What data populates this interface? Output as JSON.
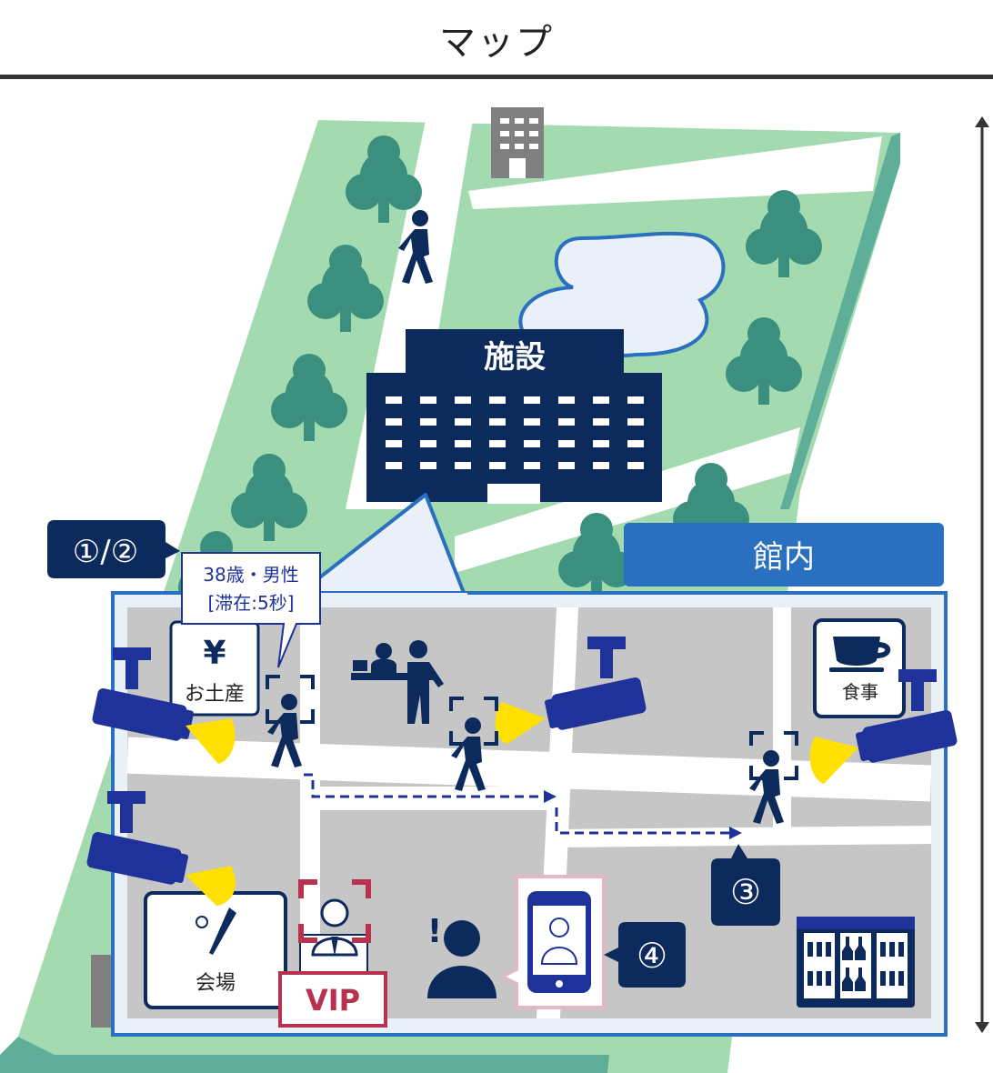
{
  "header": {
    "title": "マップ"
  },
  "facility": {
    "label": "施設"
  },
  "inside": {
    "label": "館内"
  },
  "badges": {
    "b12": "①/②",
    "b3": "③",
    "b4": "④"
  },
  "callout": {
    "line1": "38歳・男性",
    "line2": "[滞在:5秒]"
  },
  "zones": {
    "souvenir": {
      "symbol": "¥",
      "label": "お土産"
    },
    "dining": {
      "label": "食事"
    },
    "venue": {
      "label": "会場"
    }
  },
  "vip": {
    "label": "VIP"
  },
  "alert": {
    "mark": "!"
  },
  "colors": {
    "navy": "#0c2a5c",
    "camera": "#1f3299",
    "accent_blue": "#2a70c0",
    "park_green": "#a3dab0",
    "tree_green": "#3a8f7e",
    "floor_gray": "#c6c6c6",
    "vip_red": "#b8314f",
    "beam_yellow": "#ffe000"
  },
  "icons": [
    "building-icon",
    "tree-icon",
    "walking-person-icon",
    "camera-icon",
    "coffee-cup-icon",
    "baseball-bat-icon",
    "reception-staff-icon",
    "smartphone-icon",
    "display-fridge-icon",
    "face-detection-icon",
    "person-silhouette-icon"
  ]
}
